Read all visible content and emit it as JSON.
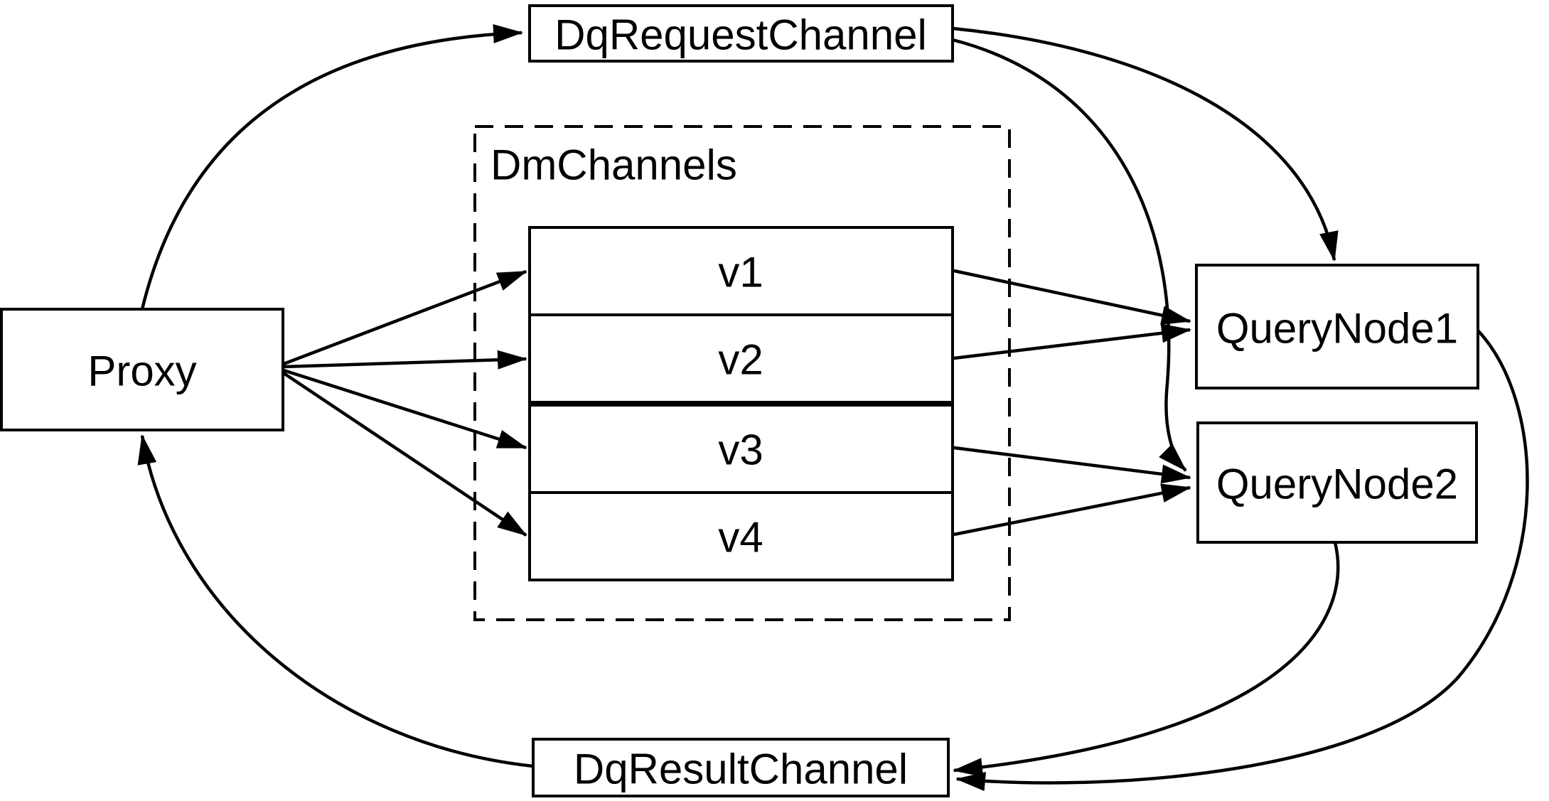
{
  "diagram": {
    "type": "flow-diagram",
    "background_color": "#ffffff",
    "line_color": "#000000",
    "text_color": "#000000",
    "nodes": {
      "proxy": {
        "label": "Proxy"
      },
      "dq_request_channel": {
        "label": "DqRequestChannel"
      },
      "dm_channels": {
        "label": "DmChannels"
      },
      "channels": [
        {
          "label": "v1"
        },
        {
          "label": "v2"
        },
        {
          "label": "v3"
        },
        {
          "label": "v4"
        }
      ],
      "query_node_1": {
        "label": "QueryNode1"
      },
      "query_node_2": {
        "label": "QueryNode2"
      },
      "dq_result_channel": {
        "label": "DqResultChannel"
      }
    },
    "edges": [
      {
        "from": "Proxy",
        "to": "DqRequestChannel"
      },
      {
        "from": "Proxy",
        "to": "v1"
      },
      {
        "from": "Proxy",
        "to": "v2"
      },
      {
        "from": "Proxy",
        "to": "v3"
      },
      {
        "from": "Proxy",
        "to": "v4"
      },
      {
        "from": "v1",
        "to": "QueryNode1"
      },
      {
        "from": "v2",
        "to": "QueryNode1"
      },
      {
        "from": "v3",
        "to": "QueryNode2"
      },
      {
        "from": "v4",
        "to": "QueryNode2"
      },
      {
        "from": "DqRequestChannel",
        "to": "QueryNode1"
      },
      {
        "from": "DqRequestChannel",
        "to": "QueryNode2"
      },
      {
        "from": "QueryNode1",
        "to": "DqResultChannel"
      },
      {
        "from": "QueryNode2",
        "to": "DqResultChannel"
      },
      {
        "from": "DqResultChannel",
        "to": "Proxy"
      }
    ]
  }
}
